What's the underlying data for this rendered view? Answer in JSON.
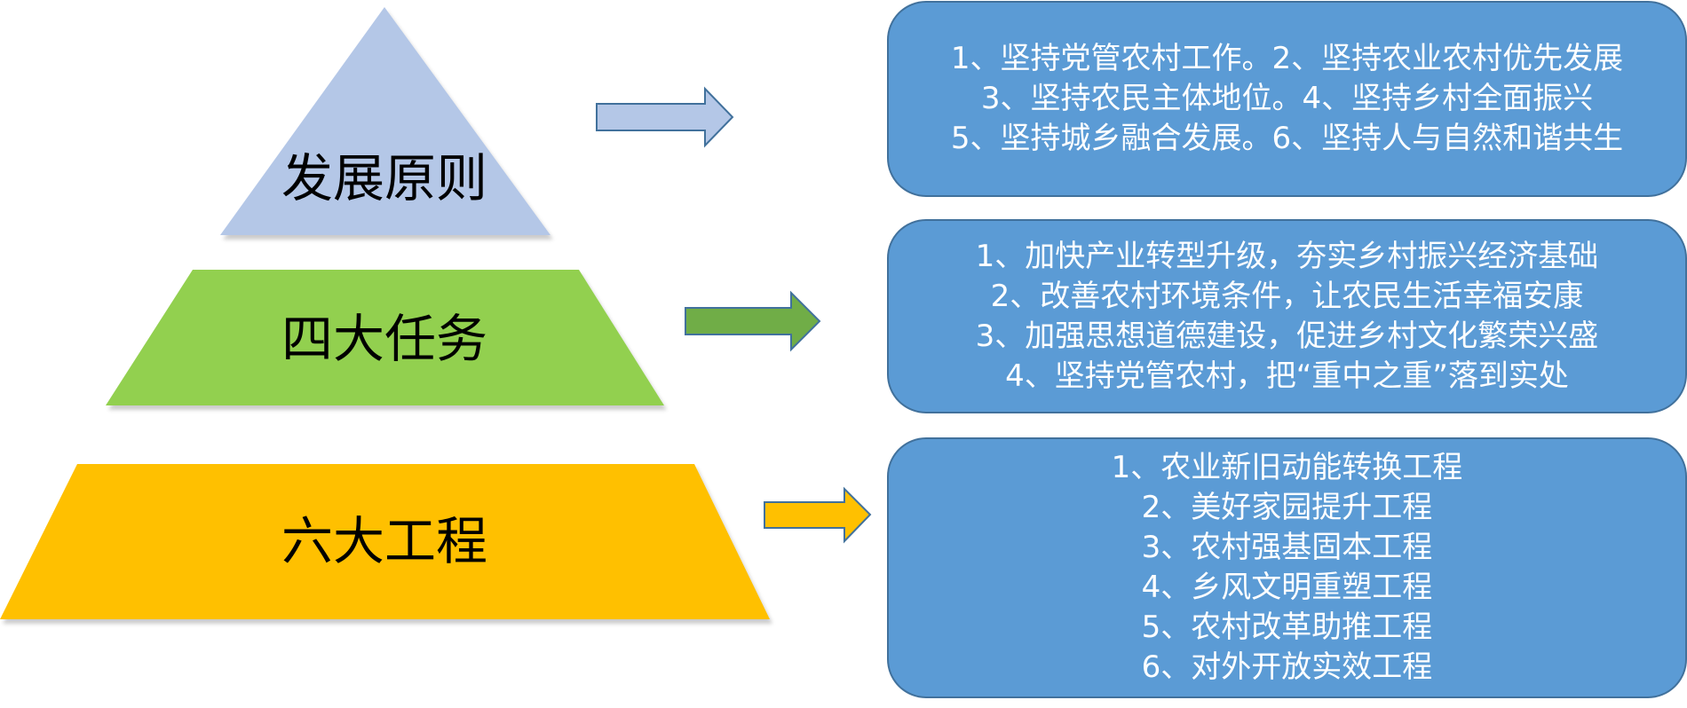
{
  "colors": {
    "tier1": "#b4c7e7",
    "tier2": "#92d050",
    "tier3": "#ffc000",
    "arrow2": "#70ad47",
    "box": "#5b9bd5",
    "box_border": "#41719c",
    "box_text": "#ffffff"
  },
  "tiers": [
    {
      "label": "发展原则",
      "items": [
        "1、坚持党管农村工作。2、坚持农业农村优先发展",
        "3、坚持农民主体地位。4、坚持乡村全面振兴",
        "5、坚持城乡融合发展。6、坚持人与自然和谐共生"
      ]
    },
    {
      "label": "四大任务",
      "items": [
        "1、加快产业转型升级，夯实乡村振兴经济基础",
        "2、改善农村环境条件，让农民生活幸福安康",
        "3、加强思想道德建设，促进乡村文化繁荣兴盛",
        "4、坚持党管农村，把“重中之重”落到实处"
      ]
    },
    {
      "label": "六大工程",
      "items": [
        "1、农业新旧动能转换工程",
        "2、美好家园提升工程",
        "3、农村强基固本工程",
        "4、乡风文明重塑工程",
        "5、农村改革助推工程",
        "6、对外开放实效工程"
      ]
    }
  ]
}
